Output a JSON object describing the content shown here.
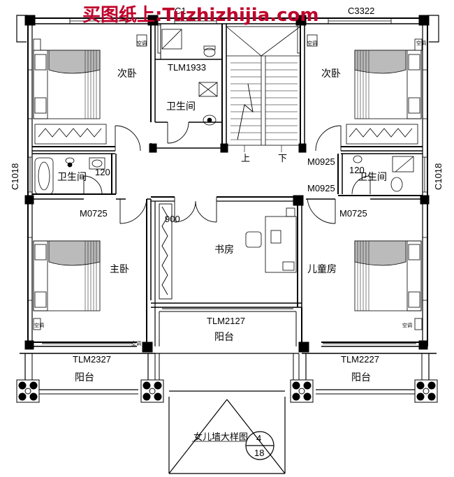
{
  "watermark": "买图纸上:Tuzhizhijia.com",
  "rooms": {
    "bed_nw": "次卧",
    "bed_ne": "次卧",
    "bath_top": "卫生间",
    "bath_w": "卫生间",
    "bath_e": "卫生间",
    "master": "主卧",
    "study": "书房",
    "kids": "儿童房",
    "balcony_w": "阳台",
    "balcony_c": "阳台",
    "balcony_e": "阳台"
  },
  "codes": {
    "c_top_1": "C1",
    "c_top_2": "C3322",
    "tlm1933": "TLM1933",
    "c1018_w": "C1018",
    "c1018_e": "C1018",
    "m0725_w": "M0725",
    "m0725_e": "M0725",
    "m0925_1": "M0925",
    "m0925_2": "M0925",
    "tlm2127": "TLM2127",
    "tlm2327": "TLM2327",
    "tlm2227": "TLM2227",
    "d120_w": "120",
    "d120_e": "120",
    "d900": "900"
  },
  "stairs": {
    "up": "上",
    "down": "下"
  },
  "ac_label": "空调",
  "detail": {
    "title": "女儿墙大样图",
    "num": "4",
    "sheet": "18"
  }
}
